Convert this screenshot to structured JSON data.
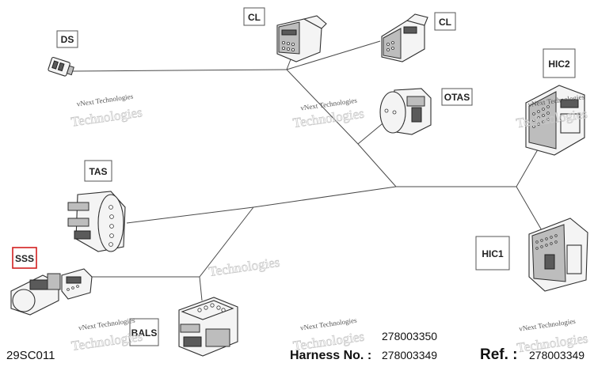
{
  "labels": {
    "cl_left": "CL",
    "cl_right": "CL",
    "ds": "DS",
    "otas": "OTAS",
    "hic2": "HIC2",
    "tas": "TAS",
    "hic1": "HIC1",
    "sss": "SSS",
    "bals": "BALS"
  },
  "watermark": {
    "line1": "vNext Technologies",
    "line2": "Technologies"
  },
  "footer": {
    "code": "29SC011",
    "harness_label": "Harness No. :",
    "harness_no_1": "278003350",
    "harness_no_2": "278003349",
    "ref_label": "Ref. :",
    "ref_value": "278003349"
  },
  "colors": {
    "highlight": "#d21f1f",
    "wire": "#4a4a4a"
  }
}
